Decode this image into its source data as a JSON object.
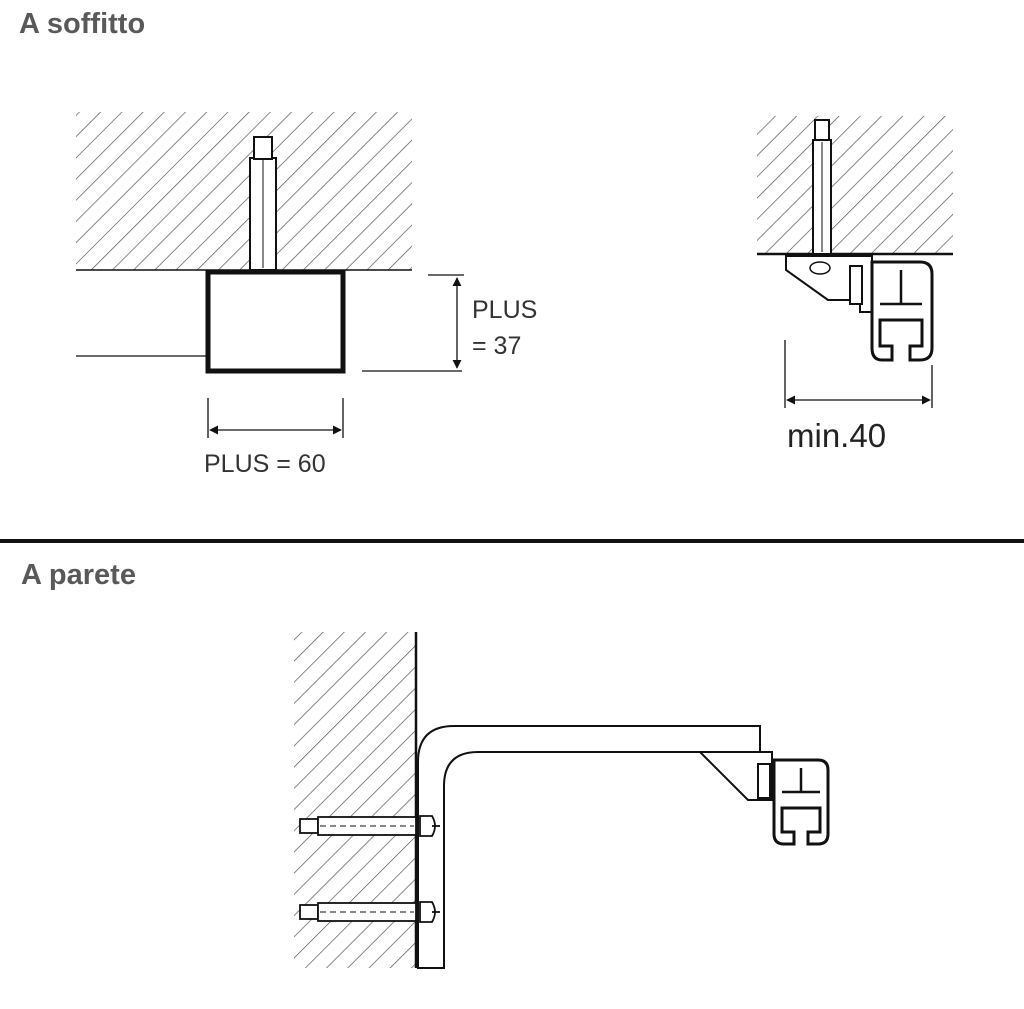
{
  "sections": {
    "ceiling": {
      "title": "A soffitto"
    },
    "wall": {
      "title": "A parete"
    }
  },
  "dimensions": {
    "height_label_1": "PLUS",
    "height_label_2": "= 37",
    "width_label": "PLUS = 60",
    "min_label": "min.40"
  },
  "colors": {
    "line": "#111111",
    "title": "#595959",
    "hatch": "#555555"
  }
}
